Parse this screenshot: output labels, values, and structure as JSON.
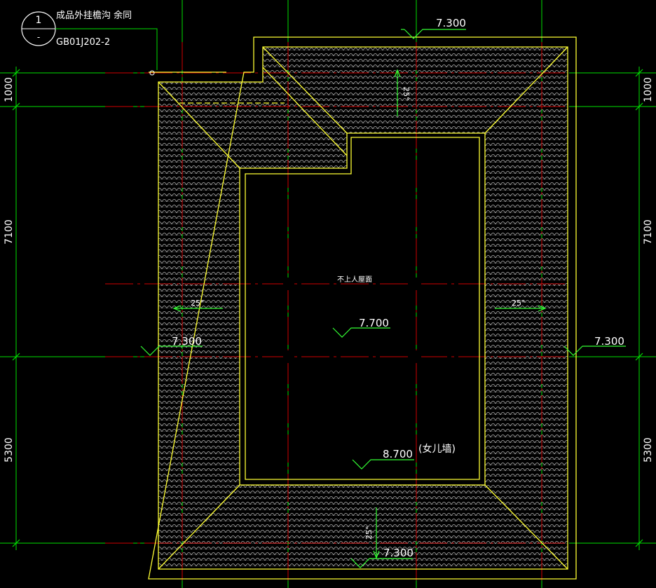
{
  "detail_callout": {
    "number": "1",
    "sheet": "-",
    "note": "成品外挂檐沟 余同",
    "reference": "GB01J202-2"
  },
  "left_dimensions": [
    "1000",
    "7100",
    "5300"
  ],
  "right_dimensions": [
    "1000",
    "7100",
    "5300"
  ],
  "elevations": {
    "top": "7.300",
    "left": "7.300",
    "right": "7.300",
    "bottom": "7.300",
    "roof_deck": "7.700",
    "parapet": "8.700",
    "parapet_note": "(女儿墙)"
  },
  "roof_label": "不上人屋面",
  "slopes": {
    "top": "25°",
    "left": "25°",
    "right": "25°",
    "bottom": "25°"
  },
  "colors": {
    "background": "#000000",
    "roof_outline": "#ffff33",
    "axis_lines": "#00e000",
    "center_lines": "#d00000",
    "tile_pattern": "#c8c8c8",
    "text": "#ffffff",
    "symbols": "#33ff33"
  }
}
